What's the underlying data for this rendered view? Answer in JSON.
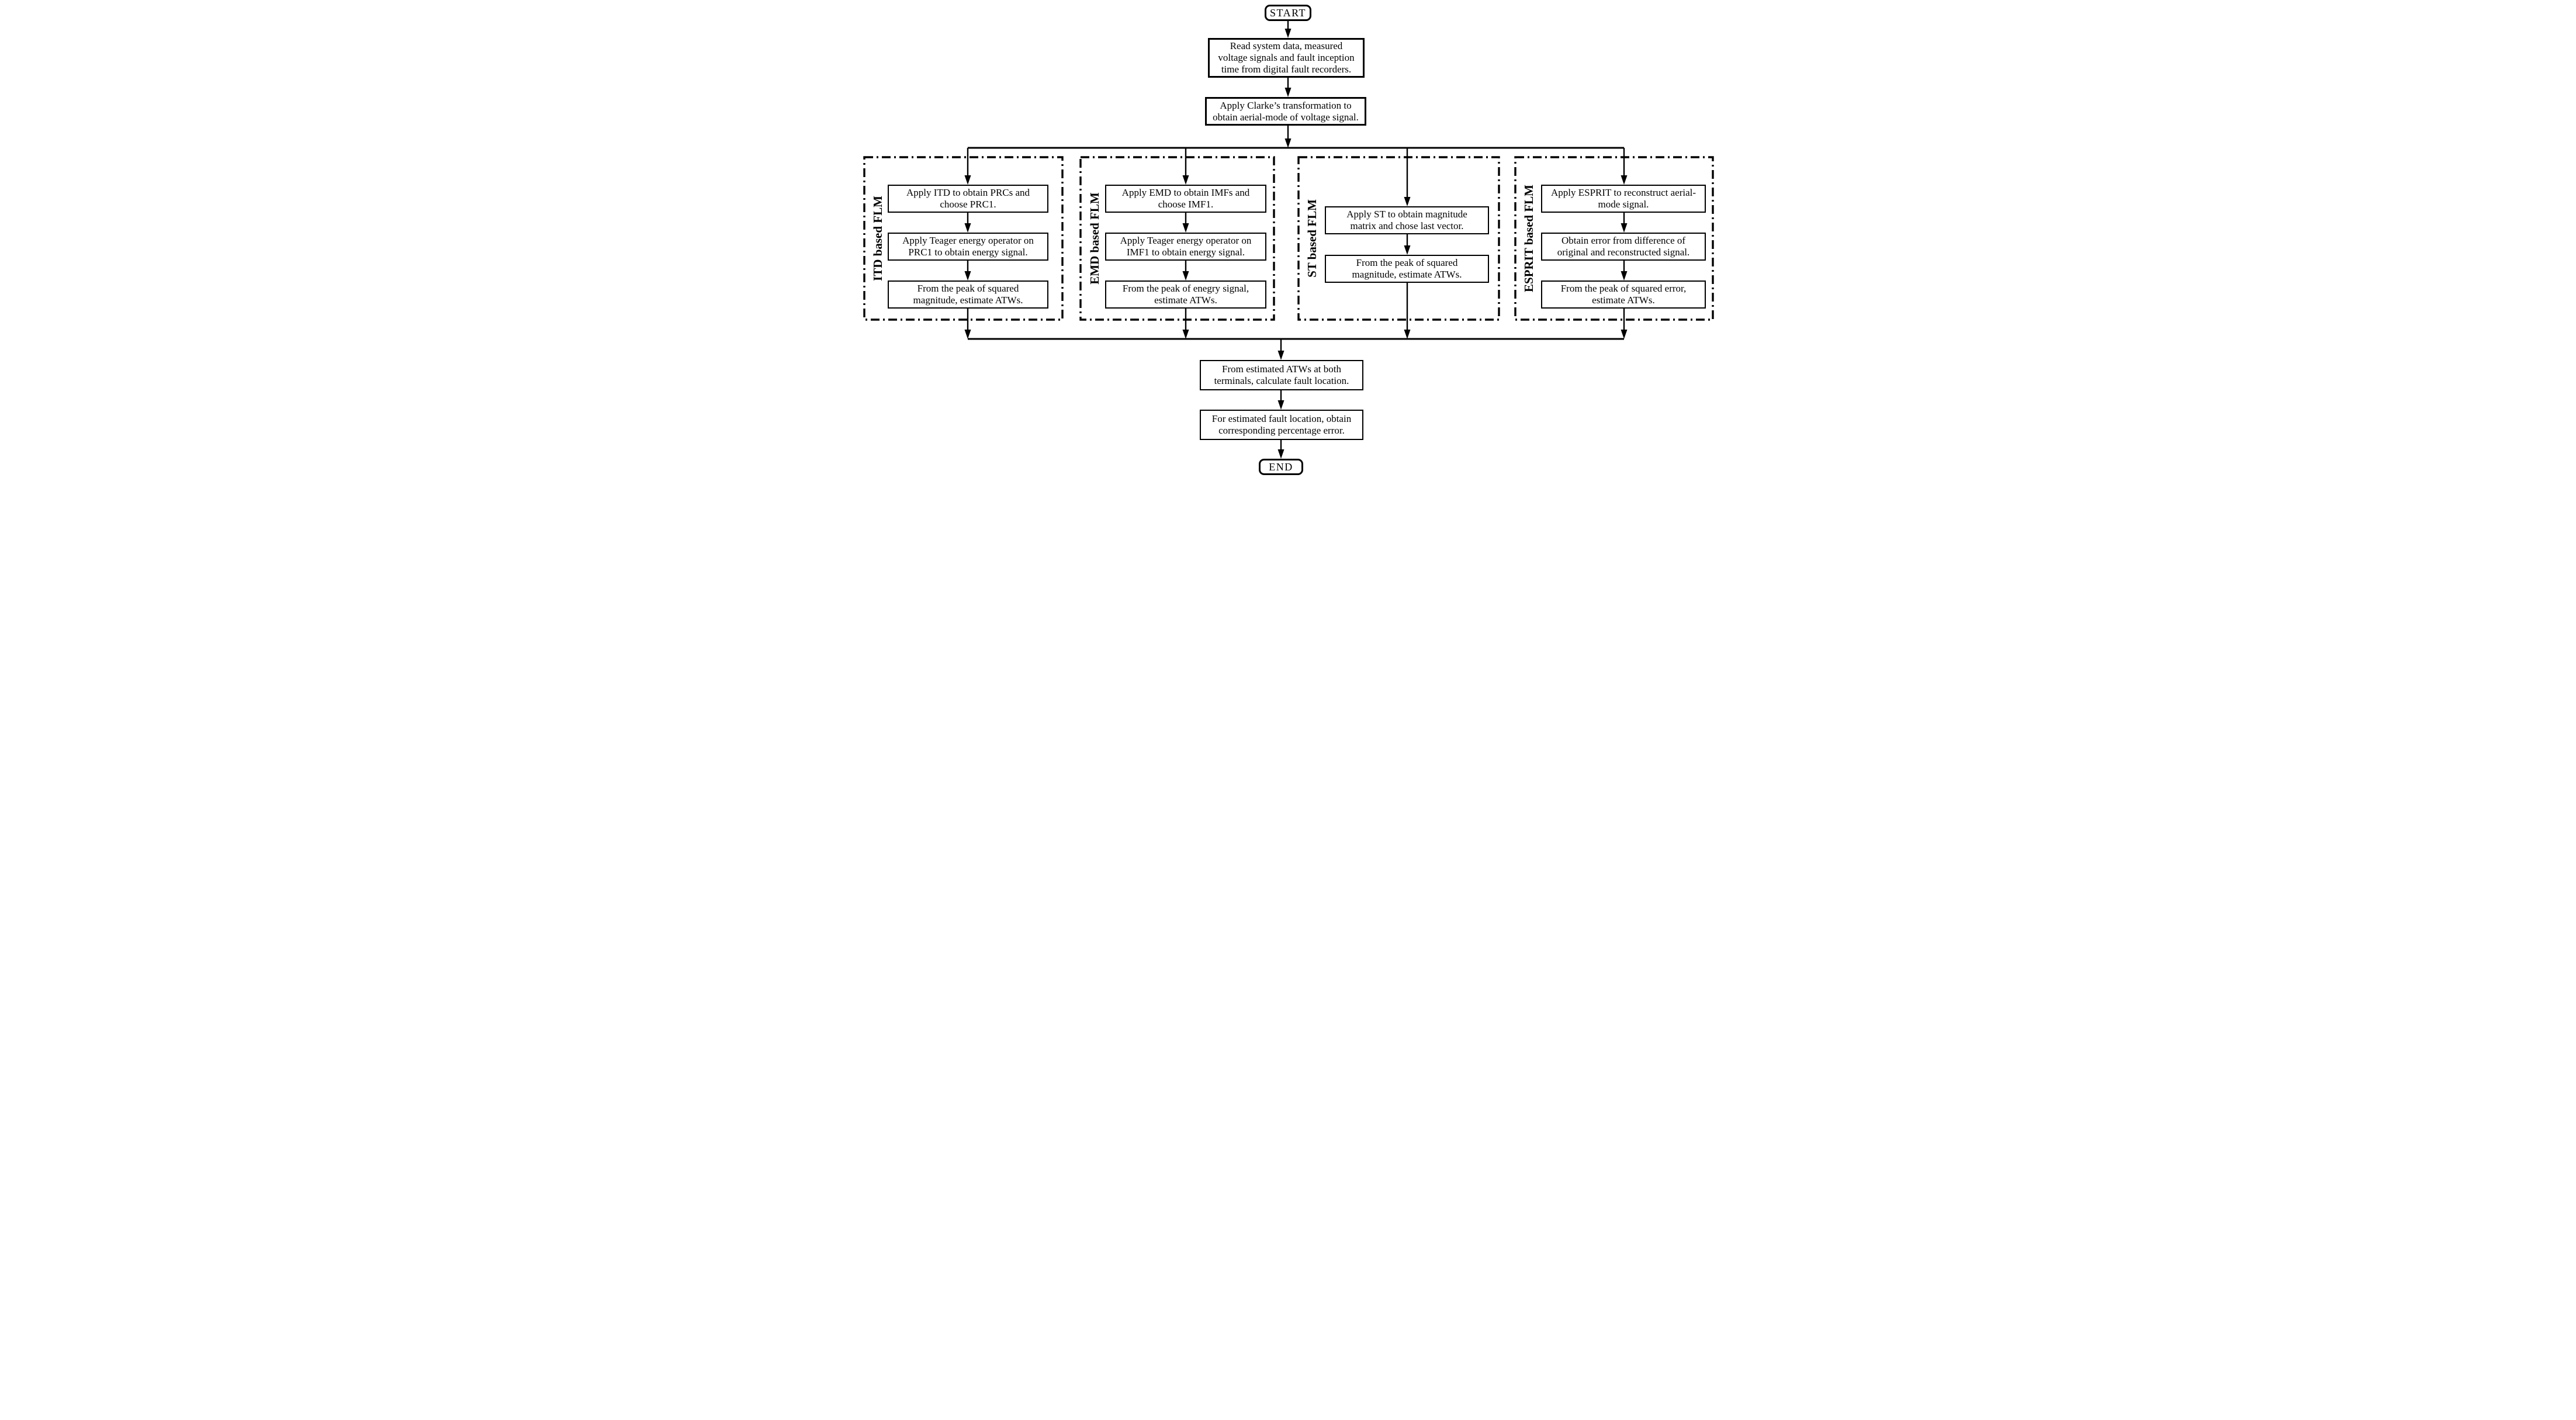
{
  "flowchart": {
    "start": "START",
    "end": "END",
    "top": {
      "read_box": "Read system data, measured\nvoltage signals and fault inception\ntime from digital fault recorders.",
      "clarke_box": "Apply Clarke’s transformation to\nobtain aerial-mode of voltage signal."
    },
    "columns": [
      {
        "label": "ITD based FLM",
        "boxes": [
          "Apply ITD to obtain PRCs and\nchoose PRC1.",
          "Apply Teager energy operator on\nPRC1 to obtain energy signal.",
          "From the peak of squared\nmagnitude, estimate ATWs."
        ]
      },
      {
        "label": "EMD based FLM",
        "boxes": [
          "Apply EMD to obtain IMFs and\nchoose IMF1.",
          "Apply Teager energy operator on\nIMF1 to obtain energy signal.",
          "From the peak of enegry signal,\nestimate ATWs."
        ]
      },
      {
        "label": "ST based FLM",
        "boxes": [
          "Apply ST to obtain magnitude\nmatrix and chose last vector.",
          "From the peak of squared\nmagnitude, estimate ATWs."
        ]
      },
      {
        "label": "ESPRIT based FLM",
        "boxes": [
          "Apply ESPRIT to reconstruct aerial-\nmode signal.",
          "Obtain error from difference of\noriginal and reconstructed signal.",
          "From the peak of squared error,\nestimate ATWs."
        ]
      }
    ],
    "bottom": {
      "fault_location_box": "From estimated ATWs at both\nterminals, calculate fault location.",
      "percentage_error_box": "For estimated fault location, obtain\ncorresponding percentage error."
    },
    "colors": {
      "ink": "#000000",
      "background": "#ffffff"
    }
  }
}
